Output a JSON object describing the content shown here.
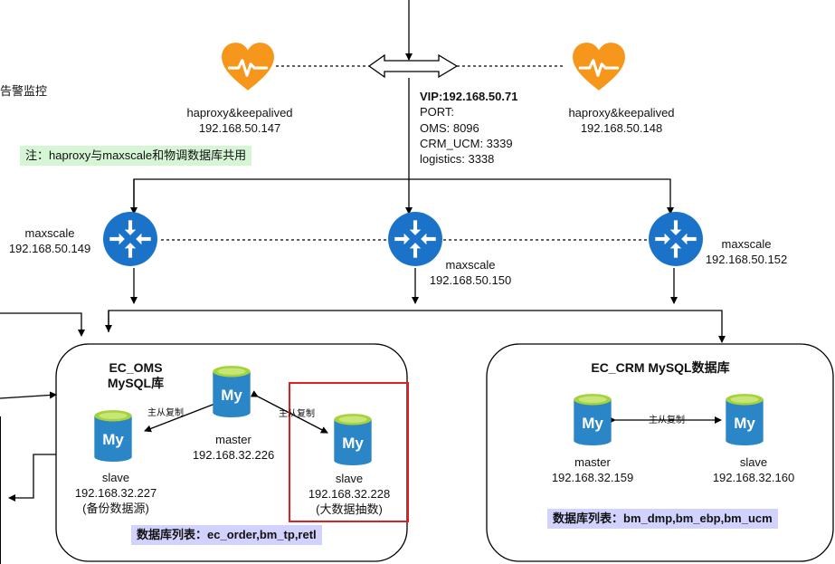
{
  "alert_text": "告警监控",
  "vip": {
    "title": "VIP:192.168.50.71",
    "port_label": "PORT:",
    "ports": [
      "OMS: 8096",
      "CRM_UCM: 3339",
      "logistics: 3338"
    ]
  },
  "haproxy": [
    {
      "name": "haproxy&keepalived",
      "ip": "192.168.50.147"
    },
    {
      "name": "haproxy&keepalived",
      "ip": "192.168.50.148"
    }
  ],
  "note": "注：haproxy与maxscale和物调数据库共用",
  "maxscale": [
    {
      "name": "maxscale",
      "ip": "192.168.50.149"
    },
    {
      "name": "maxscale",
      "ip": "192.168.50.150"
    },
    {
      "name": "maxscale",
      "ip": "192.168.50.152"
    }
  ],
  "oms": {
    "title_line1": "EC_OMS",
    "title_line2": "MySQL库",
    "master": {
      "role": "master",
      "ip": "192.168.32.226"
    },
    "slave1": {
      "role": "slave",
      "ip": "192.168.32.227",
      "note": "(备份数据源)"
    },
    "slave2": {
      "role": "slave",
      "ip": "192.168.32.228",
      "note": "(大数据抽数)"
    },
    "replication_label": "主从复制",
    "db_list": "数据库列表：ec_order,bm_tp,retl"
  },
  "crm": {
    "title": "EC_CRM  MySQL数据库",
    "master": {
      "role": "master",
      "ip": "192.168.32.159"
    },
    "slave": {
      "role": "slave",
      "ip": "192.168.32.160"
    },
    "replication_label": "主从复制",
    "db_list": "数据库列表：bm_dmp,bm_ebp,bm_ucm"
  },
  "icon_text": "My",
  "colors": {
    "heart": "#f6961b",
    "router": "#1a73c9",
    "db": "#2a86c7",
    "db_top": "#a6d23c",
    "highlight": "#e02020",
    "note_green": "#d5f5d5",
    "note_lavender": "#d2d2ff"
  }
}
